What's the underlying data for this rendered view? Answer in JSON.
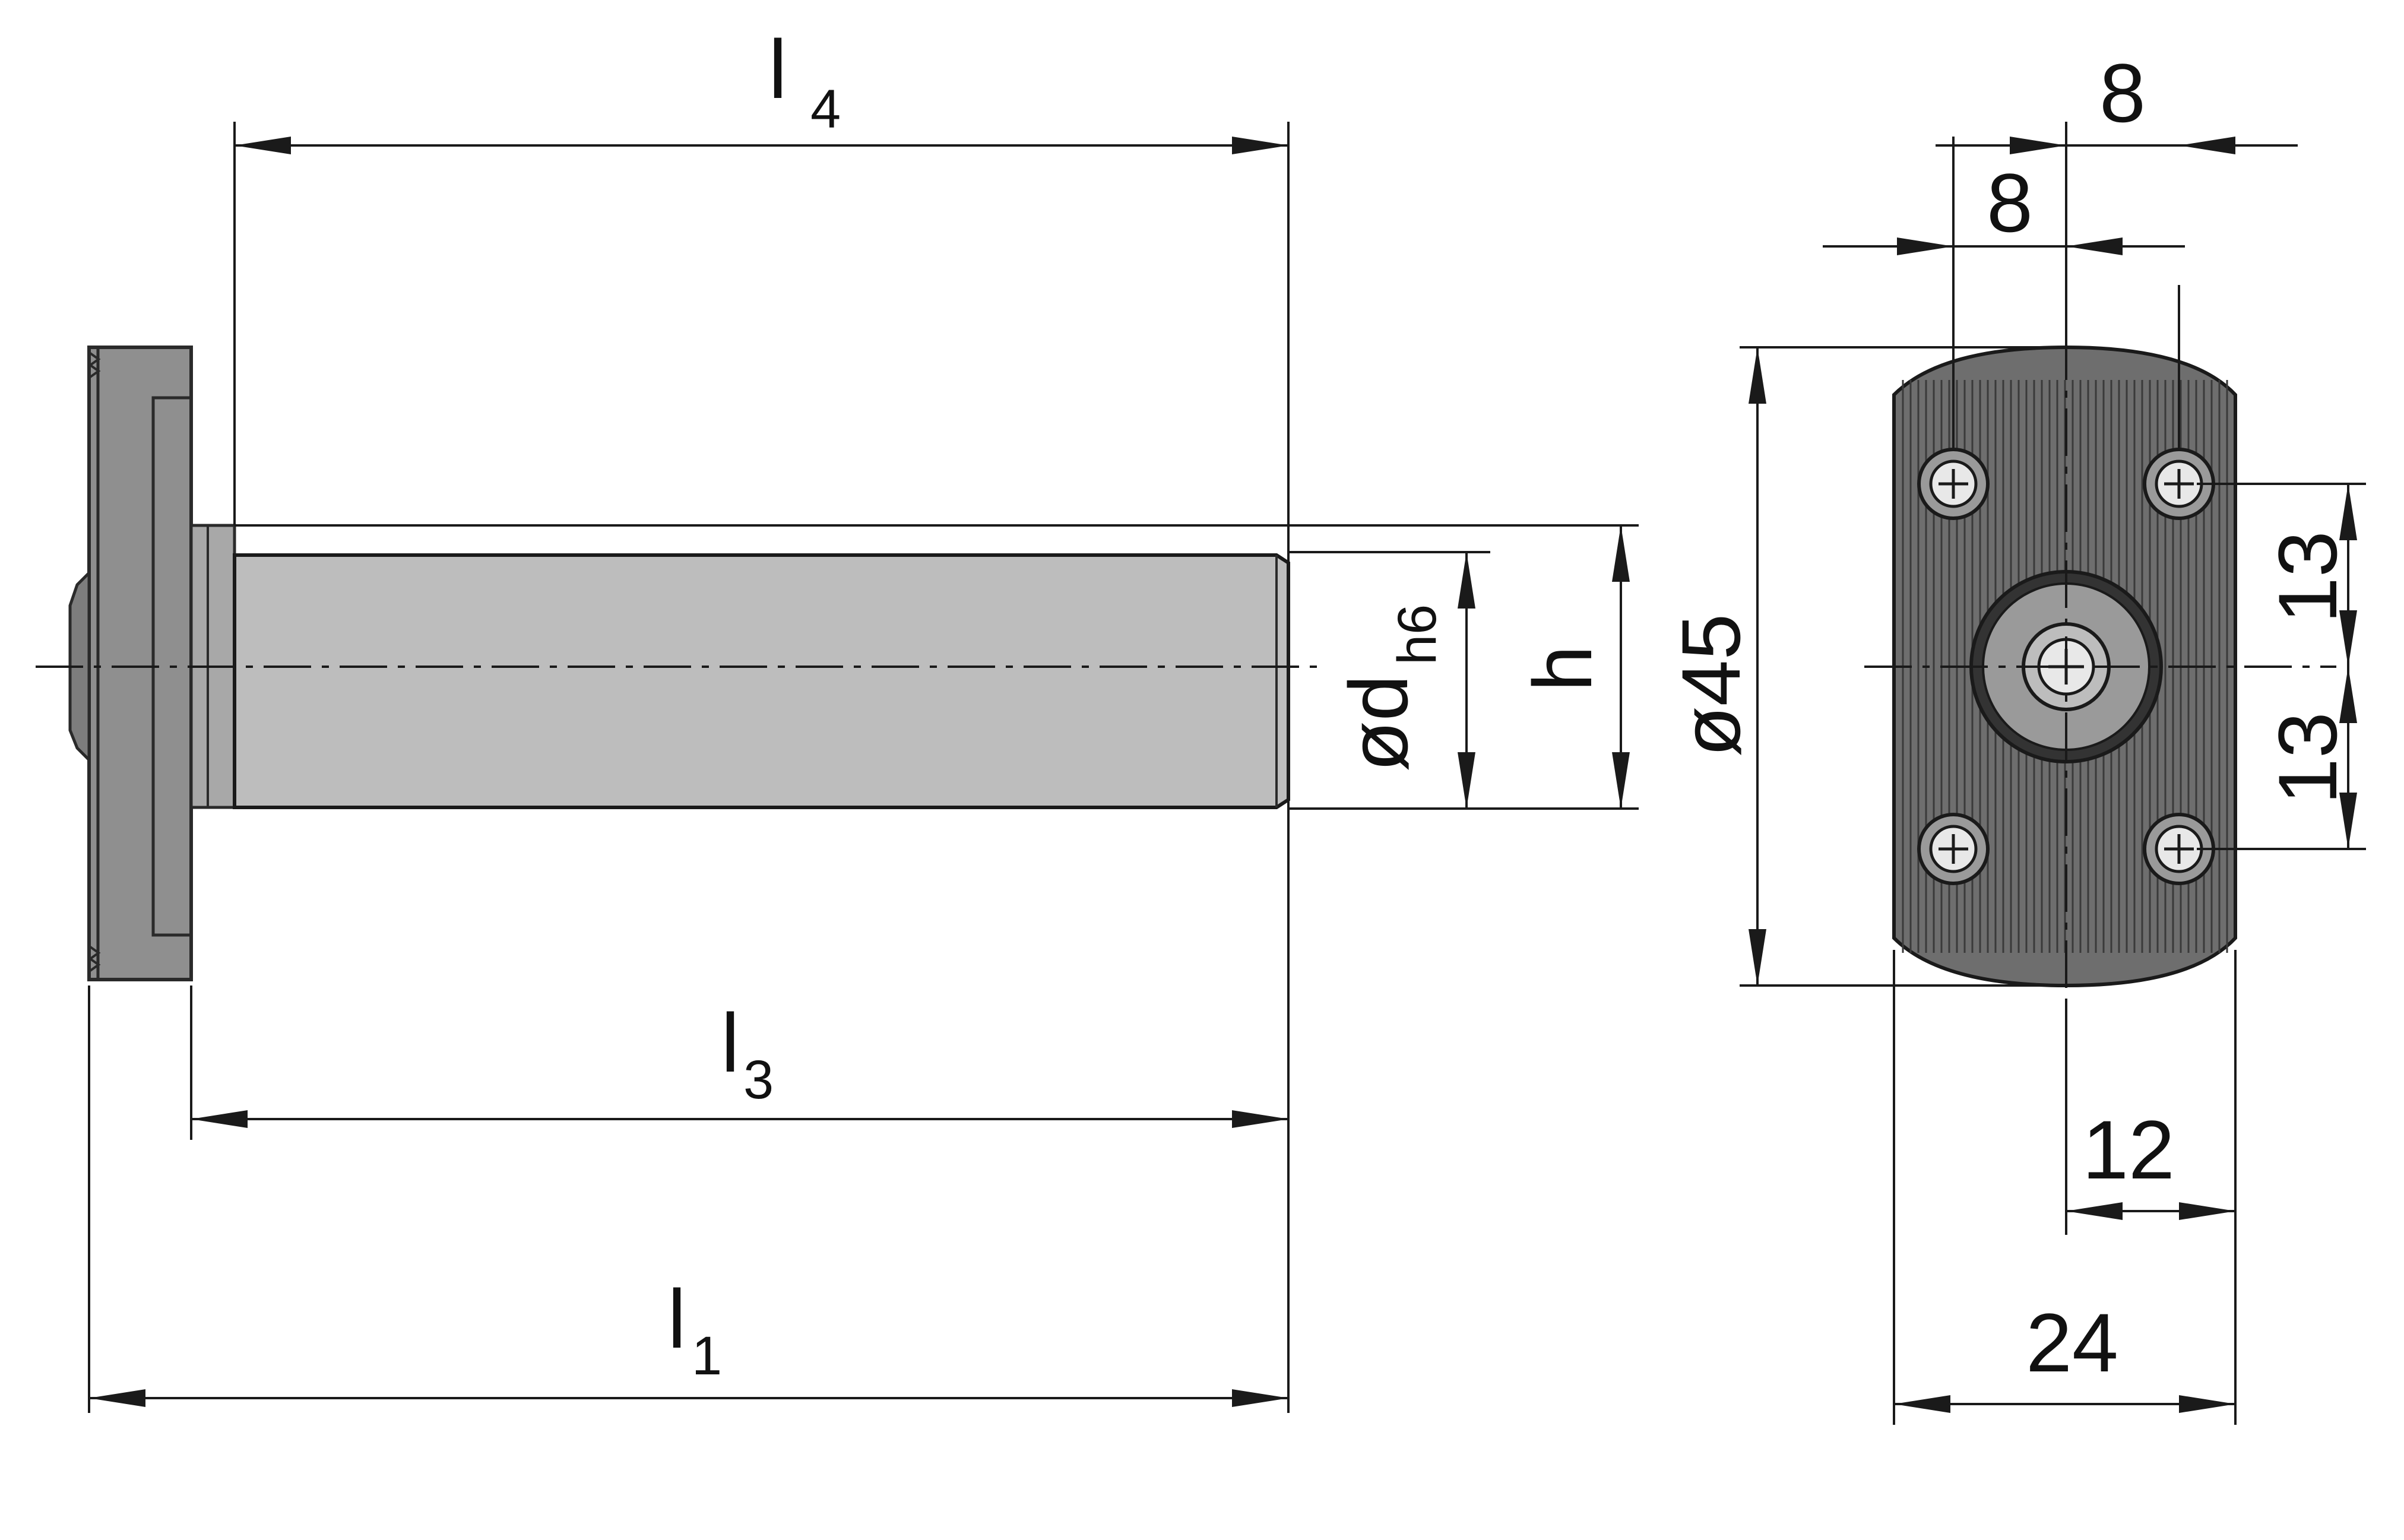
{
  "colors": {
    "line": "#1a1a1a",
    "body_fill": "#bdbdbd",
    "body_stroke": "#2a2a2a",
    "knurl_fill": "#6e6e6e",
    "knurl_line": "#3a3a3a",
    "flange_fill": "#8f8f8f",
    "hub_fill": "#9a9a9a",
    "paper": "#ffffff"
  },
  "side_view": {
    "l4": {
      "main": "l",
      "sub": "4"
    },
    "l3": {
      "main": "l",
      "sub": "3"
    },
    "l1": {
      "main": "l",
      "sub": "1"
    },
    "d": {
      "main": "ød",
      "sub": "h6"
    },
    "h": {
      "main": "h"
    }
  },
  "front_view": {
    "dia": "ø45",
    "top_8": "8",
    "mid_8": "8",
    "upper_13": "13",
    "lower_13": "13",
    "dim_12": "12",
    "dim_24": "24"
  }
}
